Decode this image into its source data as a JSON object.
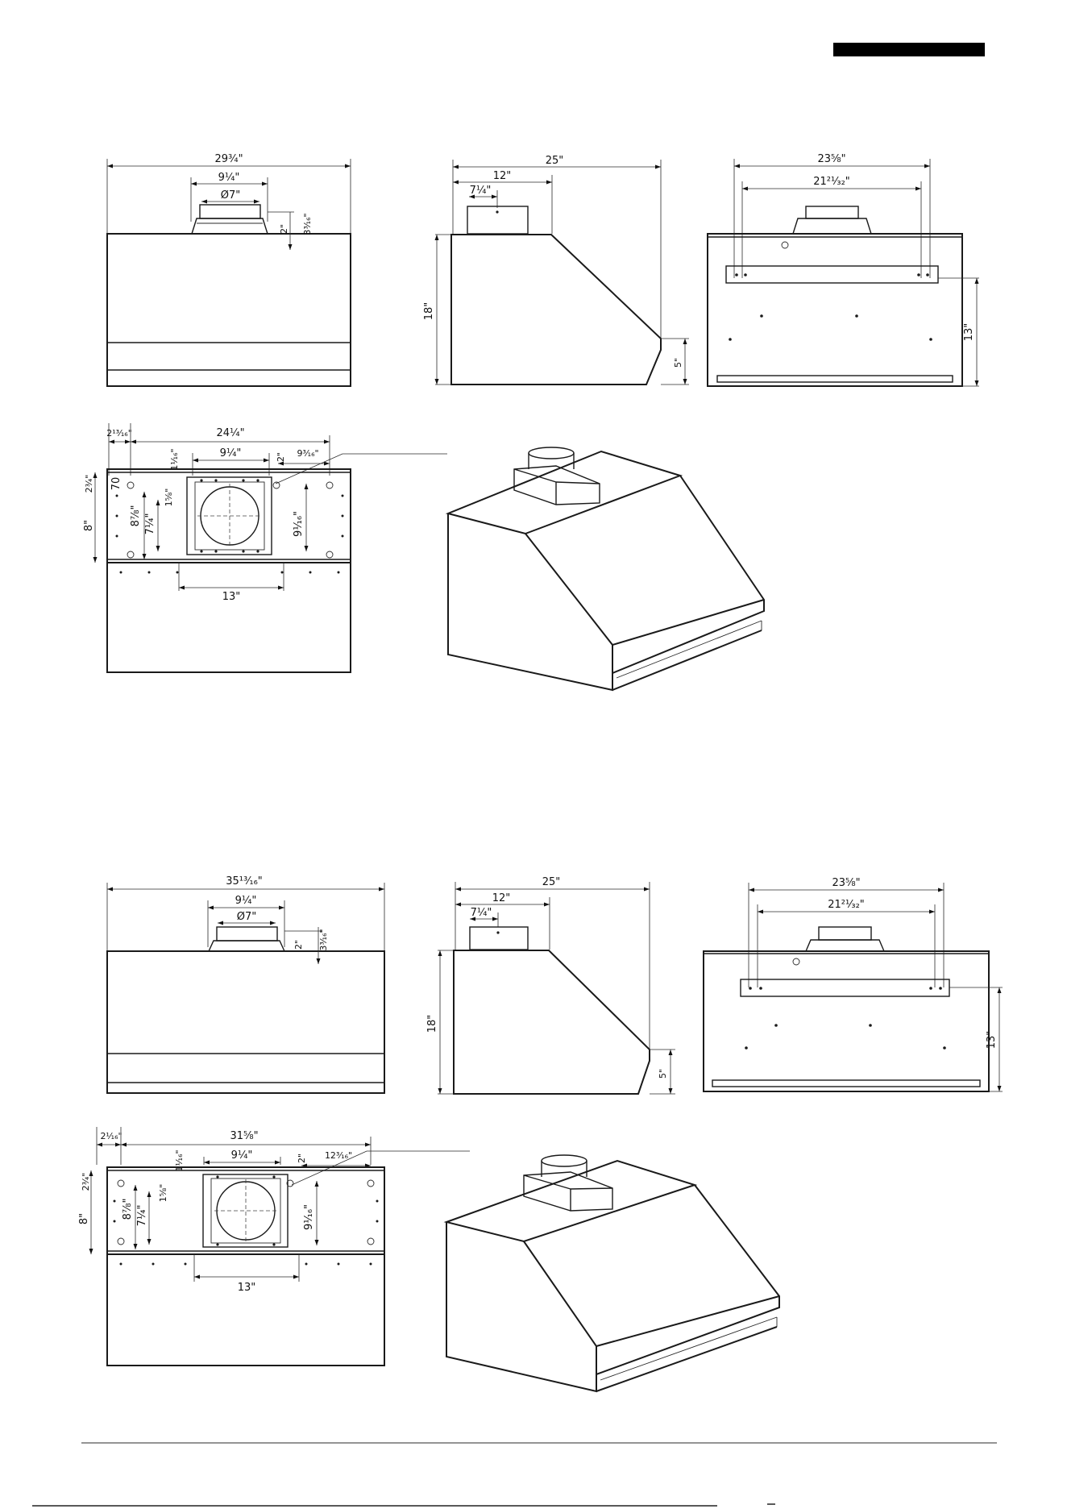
{
  "colors": {
    "line": "#1a1a1a",
    "header_bar": "#000000",
    "background": "#ffffff"
  },
  "model_a": {
    "front": {
      "overall_width": "29¾\"",
      "collar_width": "9¼\"",
      "duct_diameter": "Ø7\"",
      "collar_height": "2\"",
      "collar_top": "3³⁄₁₆\""
    },
    "side": {
      "depth": "25\"",
      "collar_offset": "12\"",
      "collar_center": "7¼\"",
      "height": "18\"",
      "front_lip": "5\""
    },
    "back": {
      "outer_width": "23⅝\"",
      "inner_width": "21²¹⁄₃₂\"",
      "rail_height": "13\""
    },
    "top": {
      "side_offset": "2¹³⁄₁₆\"",
      "hole_span": "24¼\"",
      "collar_width": "9¼\"",
      "collar_gap": "2\"",
      "right_offset": "9³⁄₁₆\"",
      "front_offset": "2¾\"",
      "small_offset": "1¹⁄₁₆\"",
      "label_70": "70",
      "depth_a": "8⅞\"",
      "depth_b": "7¼\"",
      "depth_c": "1⅝\"",
      "depth_d": "9¹⁄₁₆\"",
      "rear_depth": "8\"",
      "rear_span": "13\""
    }
  },
  "model_b": {
    "front": {
      "overall_width": "35¹³⁄₁₆\"",
      "collar_width": "9¼\"",
      "duct_diameter": "Ø7\"",
      "collar_height": "2\"",
      "collar_top": "3³⁄₁₆\""
    },
    "side": {
      "depth": "25\"",
      "collar_offset": "12\"",
      "collar_center": "7¼\"",
      "height": "18\"",
      "front_lip": "5\""
    },
    "back": {
      "outer_width": "23⅝\"",
      "inner_width": "21²¹⁄₃₂\"",
      "rail_height": "13\""
    },
    "top": {
      "side_offset": "2¹⁄₁₆\"",
      "hole_span": "31⅝\"",
      "collar_width": "9¼\"",
      "collar_gap": "2\"",
      "right_offset": "12³⁄₁₆\"",
      "front_offset": "2¾\"",
      "small_offset": "1¹⁄₁₆\"",
      "depth_a": "8⅞\"",
      "depth_b": "7¼\"",
      "depth_c": "1⅝\"",
      "depth_d": "9¹⁄₁₆\"",
      "rear_depth": "8\"",
      "rear_span": "13\""
    }
  }
}
